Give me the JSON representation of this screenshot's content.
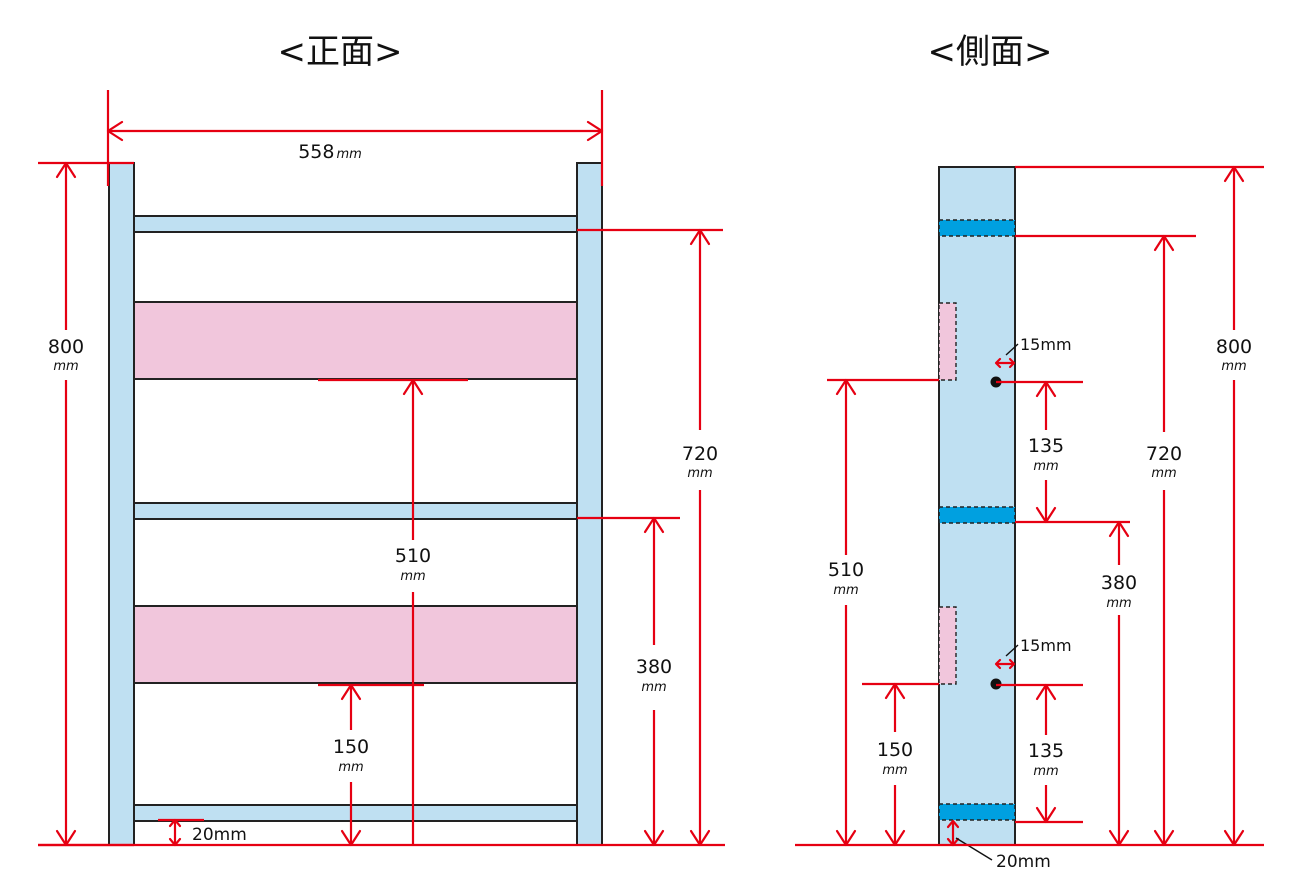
{
  "front": {
    "title": "<正面>",
    "width_label": "558",
    "width_unit": "mm",
    "height_total": "800",
    "height_total_unit": "mm",
    "rail_top": "720",
    "rail_top_unit": "mm",
    "rail_mid": "380",
    "rail_mid_unit": "mm",
    "panel_upper": "510",
    "panel_upper_unit": "mm",
    "panel_lower": "150",
    "panel_lower_unit": "mm",
    "rail_bottom": "20mm"
  },
  "side": {
    "title": "<側面>",
    "height_total": "800",
    "height_total_unit": "mm",
    "rail_top": "720",
    "rail_top_unit": "mm",
    "rail_mid": "380",
    "rail_mid_unit": "mm",
    "panel_upper": "510",
    "panel_upper_unit": "mm",
    "panel_lower": "150",
    "panel_lower_unit": "mm",
    "hole_offset_upper": "15mm",
    "hole_offset_lower": "15mm",
    "hole_gap_upper": "135",
    "hole_gap_upper_unit": "mm",
    "hole_gap_lower": "135",
    "hole_gap_lower_unit": "mm",
    "rail_bottom": "20mm"
  },
  "colors": {
    "dimension_red": "#e60012",
    "frame_blue": "#bfe0f2",
    "panel_pink": "#f1c6dc",
    "dowel_blue": "#00a0e0"
  }
}
